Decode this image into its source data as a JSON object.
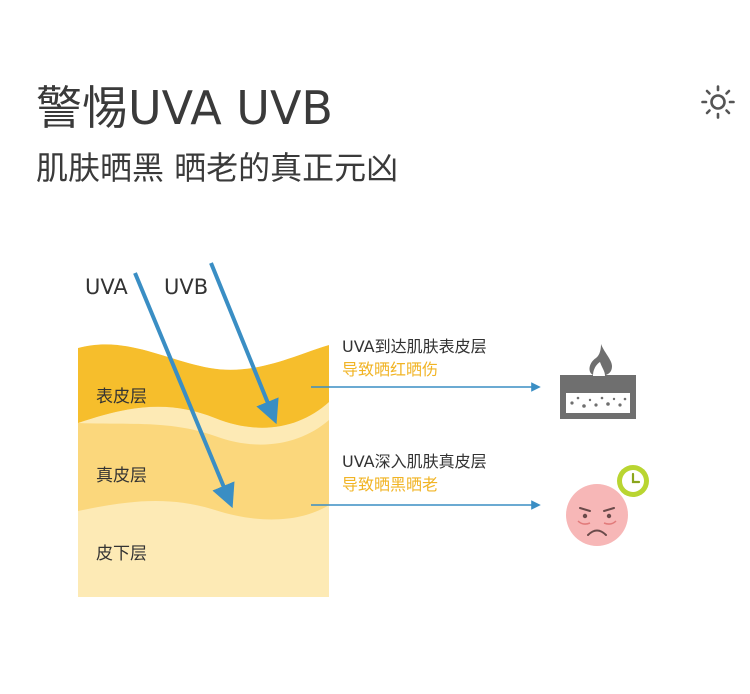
{
  "header": {
    "title": "警惕UVA UVB",
    "subtitle": "肌肤晒黑 晒老的真正元凶",
    "icon": "sun-icon"
  },
  "rays": {
    "uva_label": "UVA",
    "uvb_label": "UVB",
    "color": "#3a8ec4"
  },
  "layers": [
    {
      "label": "表皮层",
      "color": "#f6be2c"
    },
    {
      "label": "真皮层",
      "color": "#fbd77c"
    },
    {
      "label": "皮下层",
      "color": "#fdeab5"
    }
  ],
  "notes": [
    {
      "main": "UVA到达肌肤表皮层",
      "sub": "导致晒红晒伤",
      "icon": "skin-cross-section-icon"
    },
    {
      "main": "UVA深入肌肤真皮层",
      "sub": "导致晒黑晒老",
      "icon": "aging-face-clock-icon"
    }
  ],
  "colors": {
    "accent_text": "#f1b425",
    "arrow": "#3a8ec4"
  }
}
